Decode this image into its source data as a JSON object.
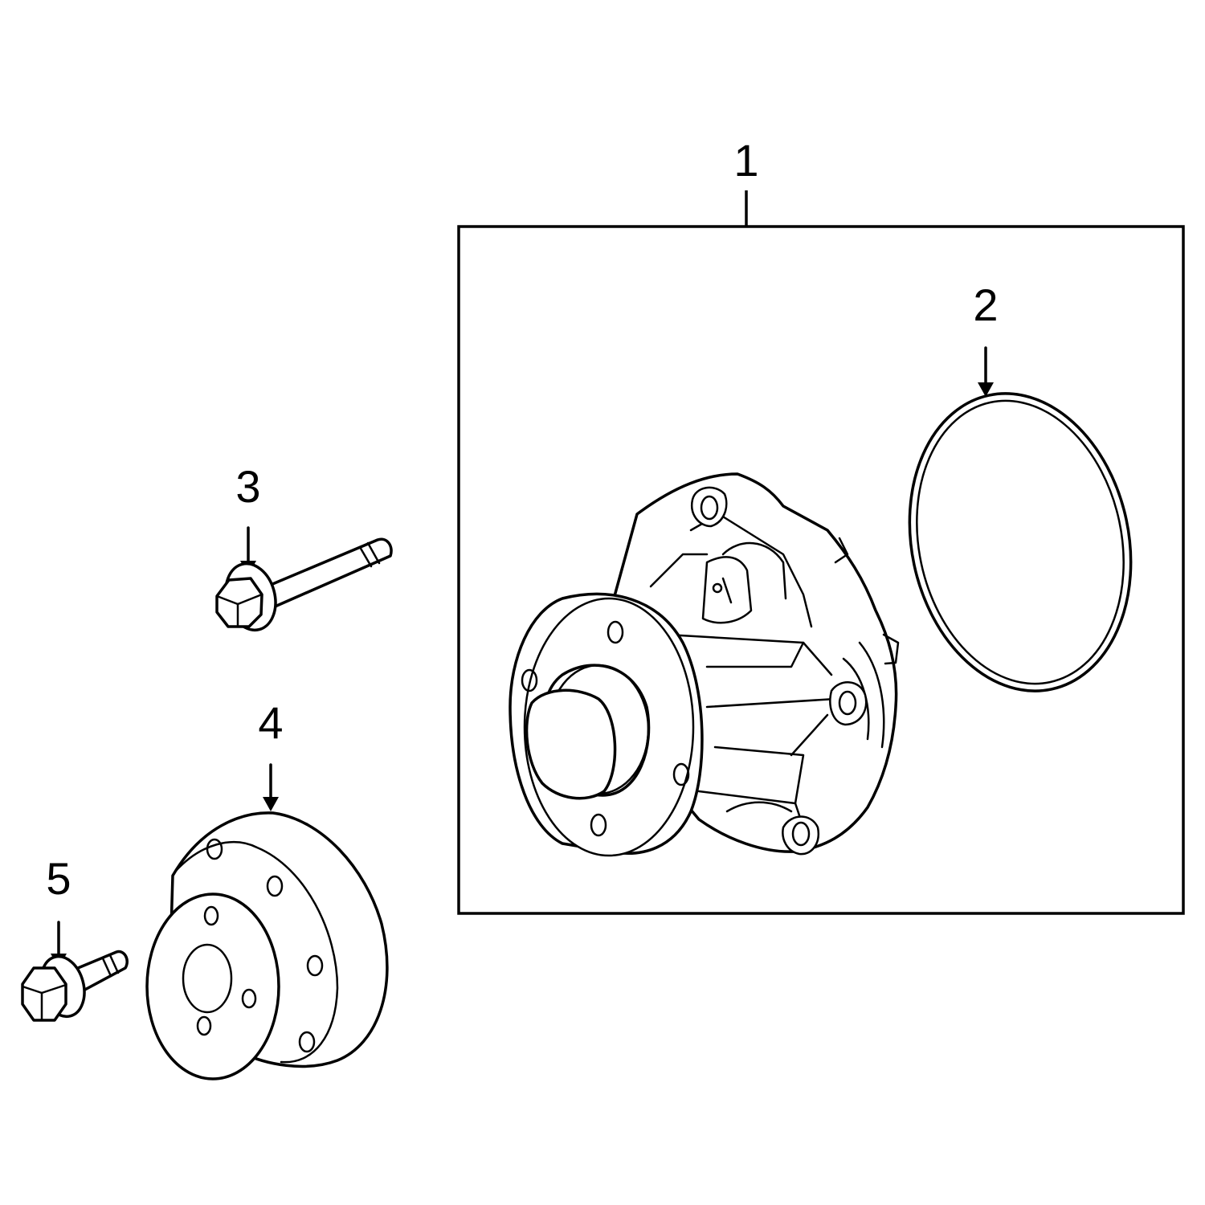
{
  "callouts": {
    "c1": "1",
    "c2": "2",
    "c3": "3",
    "c4": "4",
    "c5": "5"
  },
  "parts": [
    {
      "ref": "1",
      "icon": "water-pump-assembly-icon"
    },
    {
      "ref": "2",
      "icon": "gasket-ring-icon"
    },
    {
      "ref": "3",
      "icon": "long-bolt-icon"
    },
    {
      "ref": "4",
      "icon": "pulley-icon"
    },
    {
      "ref": "5",
      "icon": "short-bolt-icon"
    }
  ],
  "colors": {
    "line": "#000000",
    "background": "#ffffff"
  }
}
